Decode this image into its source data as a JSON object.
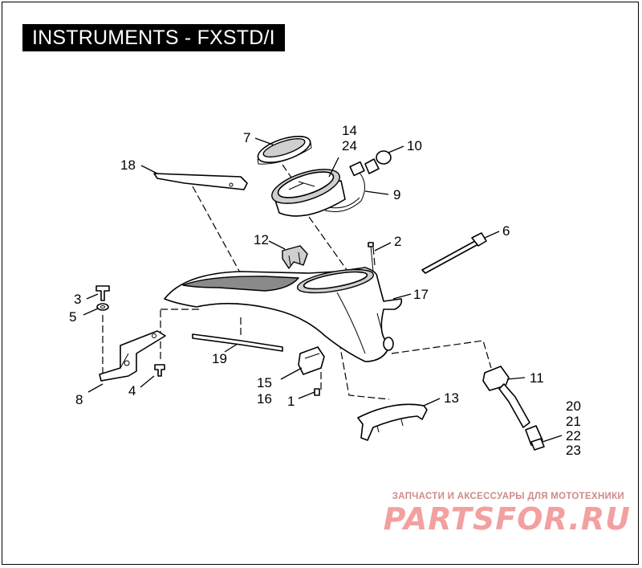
{
  "title": "INSTRUMENTS - FXSTD/I",
  "callouts": {
    "c1": "1",
    "c2": "2",
    "c3": "3",
    "c4": "4",
    "c5": "5",
    "c6": "6",
    "c7": "7",
    "c8": "8",
    "c9": "9",
    "c10": "10",
    "c11": "11",
    "c12": "12",
    "c13": "13",
    "c14": "14",
    "c15": "15",
    "c16": "16",
    "c17": "17",
    "c18": "18",
    "c19": "19",
    "c20": "20",
    "c21": "21",
    "c22": "22",
    "c23": "23",
    "c24": "24"
  },
  "watermark": {
    "tagline": "ЗАПЧАСТИ И АКСЕССУАРЫ ДЛЯ МОТОТЕХНИКИ",
    "logo": "PARTSFOR.RU"
  }
}
